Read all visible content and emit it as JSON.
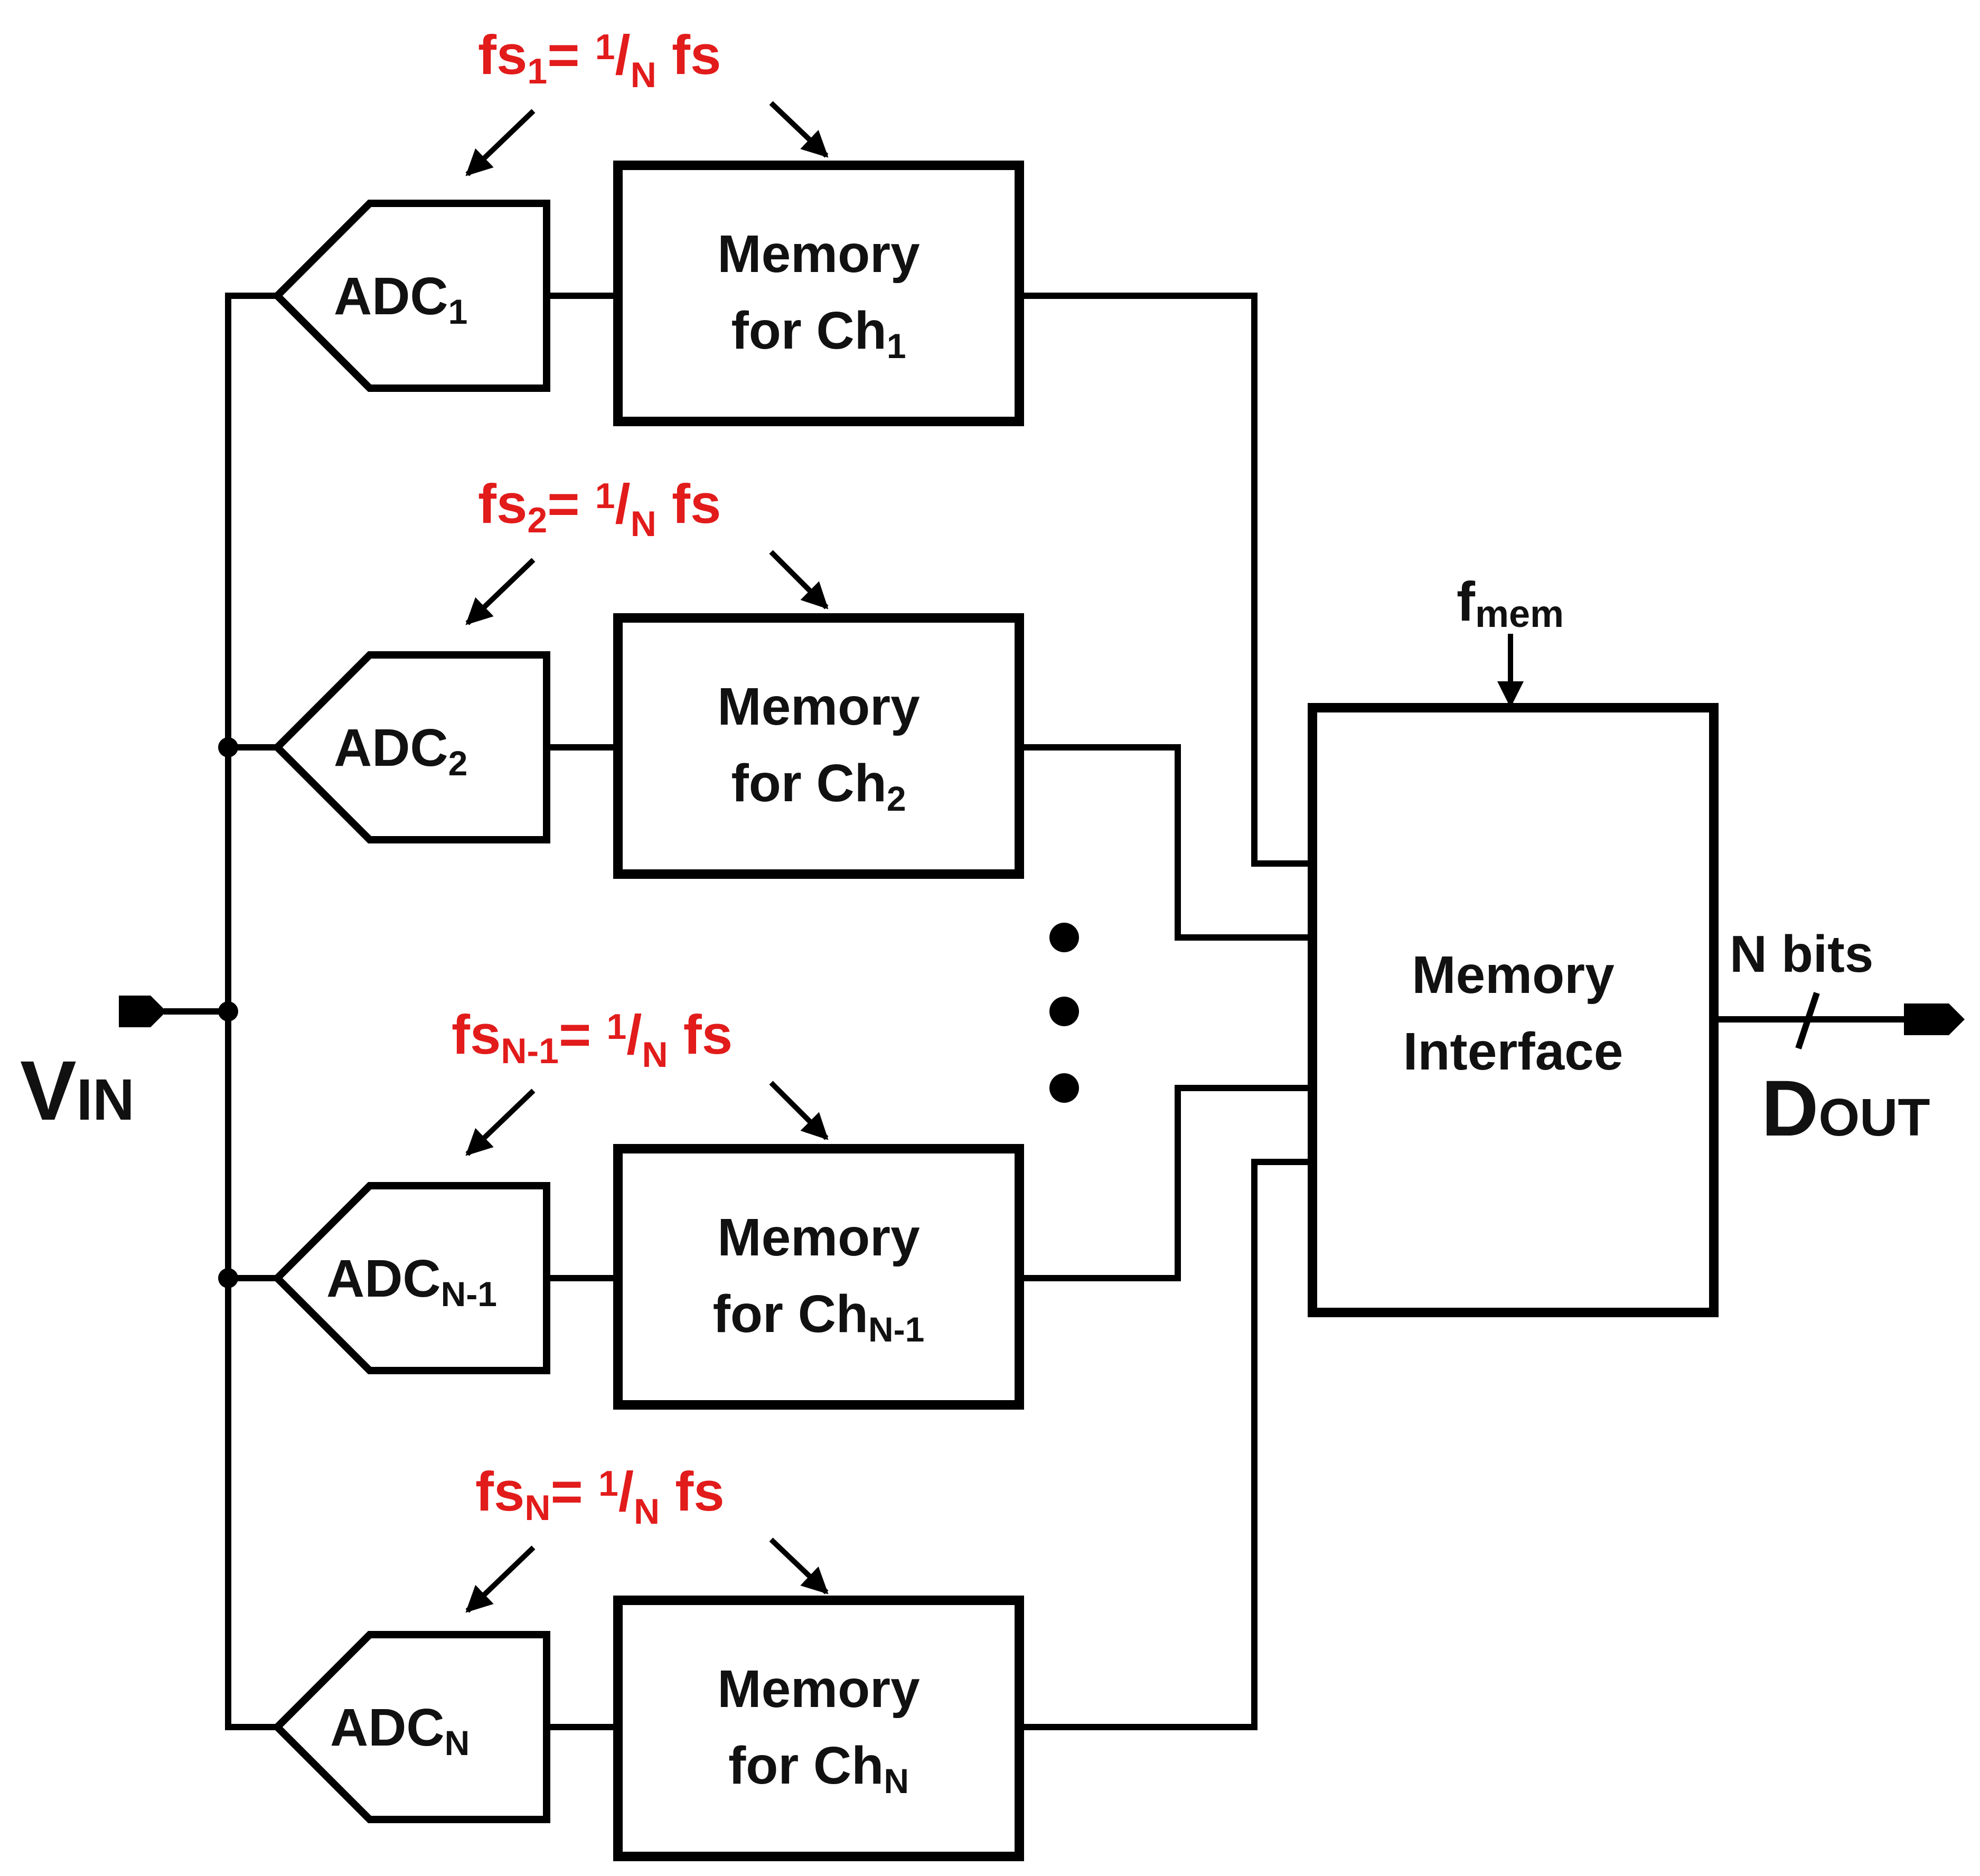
{
  "colors": {
    "line": "#000000",
    "clock_text": "#e21b1b",
    "text": "#111111"
  },
  "input": {
    "main": "V",
    "sub": "IN"
  },
  "output": {
    "main": "D",
    "sub": "OUT",
    "bus_label": "N bits"
  },
  "channels": [
    {
      "adc_main": "ADC",
      "adc_sub": "1",
      "mem_line1": "Memory",
      "mem_line2": "for Ch",
      "mem_sub": "1",
      "clk_main": "fs",
      "clk_sub": "1",
      "clk_eq": "= ",
      "frac_num": "1",
      "frac_slash": "/",
      "frac_den": "N",
      "clk_tail": " fs"
    },
    {
      "adc_main": "ADC",
      "adc_sub": "2",
      "mem_line1": "Memory",
      "mem_line2": "for Ch",
      "mem_sub": "2",
      "clk_main": "fs",
      "clk_sub": "2",
      "clk_eq": "= ",
      "frac_num": "1",
      "frac_slash": "/",
      "frac_den": "N",
      "clk_tail": " fs"
    },
    {
      "adc_main": "ADC",
      "adc_sub": "N-1",
      "mem_line1": "Memory",
      "mem_line2": "for Ch",
      "mem_sub": "N-1",
      "clk_main": "fs",
      "clk_sub": "N-1",
      "clk_eq": "= ",
      "frac_num": "1",
      "frac_slash": "/",
      "frac_den": "N",
      "clk_tail": " fs"
    },
    {
      "adc_main": "ADC",
      "adc_sub": "N",
      "mem_line1": "Memory",
      "mem_line2": "for Ch",
      "mem_sub": "N",
      "clk_main": "fs",
      "clk_sub": "N",
      "clk_eq": "= ",
      "frac_num": "1",
      "frac_slash": "/",
      "frac_den": "N",
      "clk_tail": " fs"
    }
  ],
  "memory_interface": {
    "line1": "Memory",
    "line2": "Interface",
    "clock_main": "f",
    "clock_sub": "mem"
  }
}
